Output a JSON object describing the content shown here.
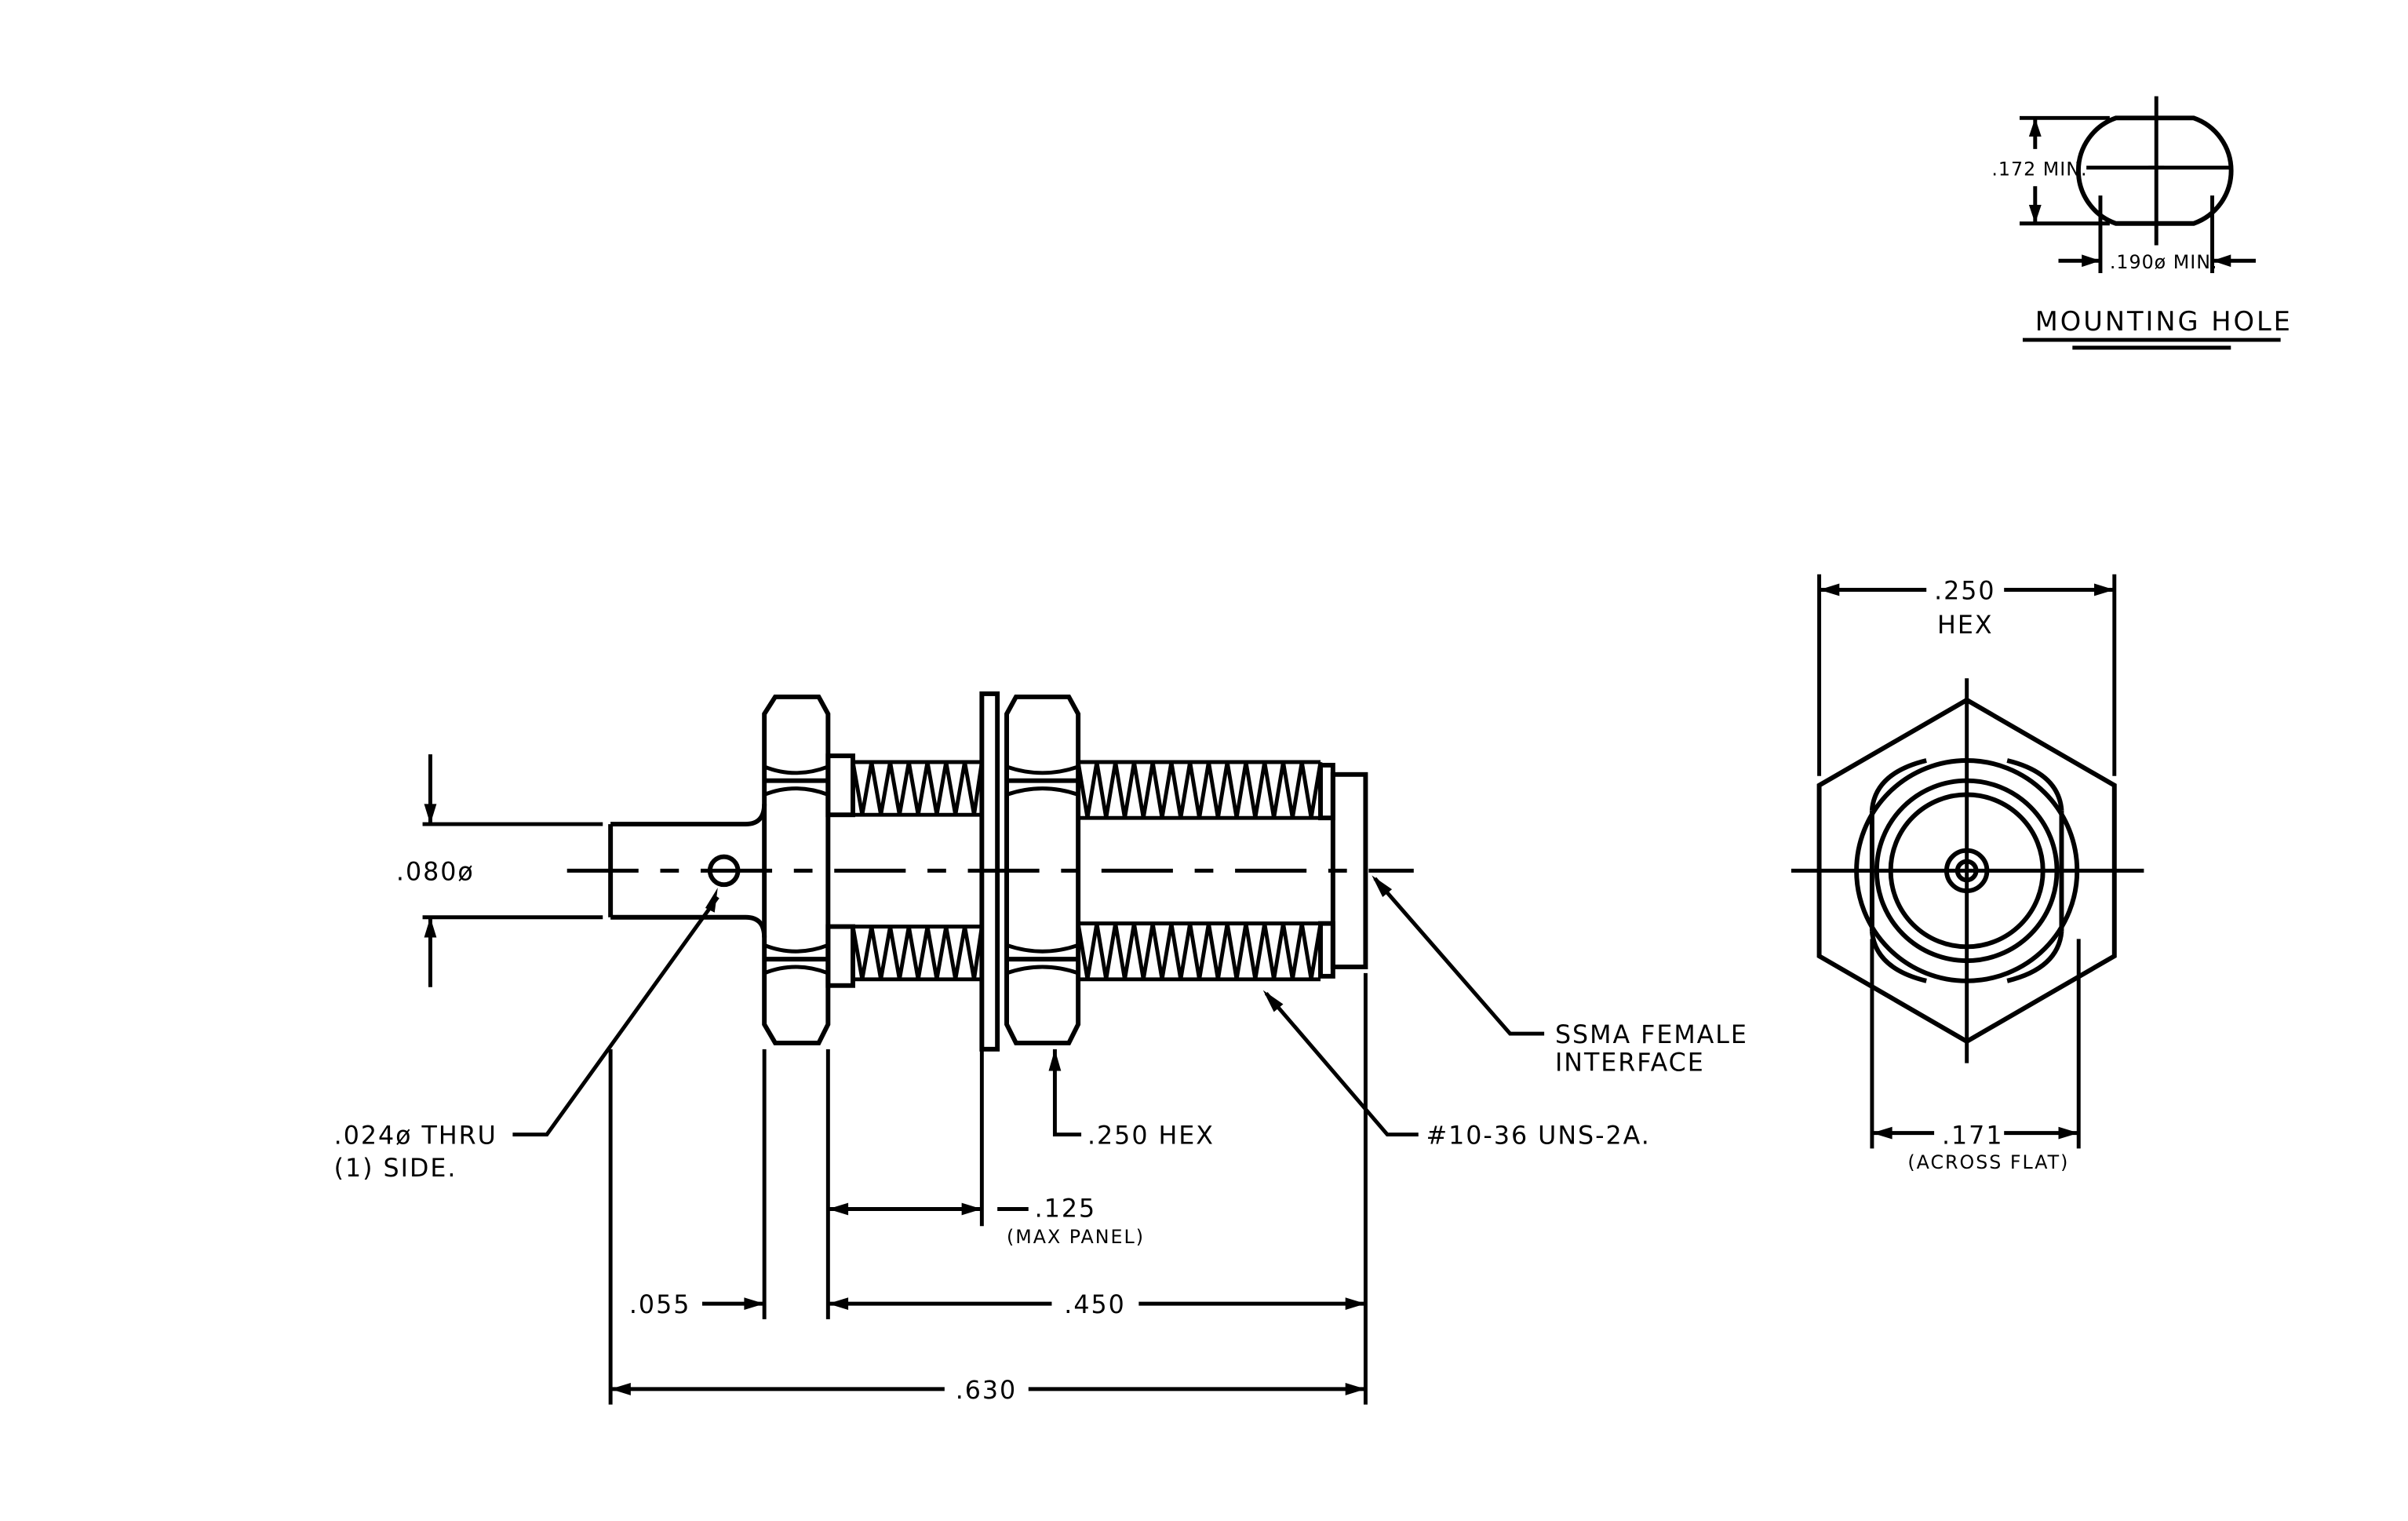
{
  "mounting_hole": {
    "title": "MOUNTING HOLE",
    "flat_dim": ".172 MIN.",
    "dia_dim": ".190ø MIN."
  },
  "side_view": {
    "pin_dia": ".080ø",
    "cross_hole_line1": ".024ø THRU",
    "cross_hole_line2": "(1) SIDE.",
    "nut_hex": ".250 HEX",
    "thread": "#10-36 UNS-2A.",
    "interface_line1": "SSMA FEMALE",
    "interface_line2": "INTERFACE",
    "panel_dim": ".125",
    "panel_note": "(MAX PANEL)",
    "dim_055": ".055",
    "dim_450": ".450",
    "dim_630": ".630"
  },
  "end_view": {
    "hex_dim": ".250",
    "hex_label": "HEX",
    "flat_dim": ".171",
    "flat_note": "(ACROSS FLAT)"
  }
}
